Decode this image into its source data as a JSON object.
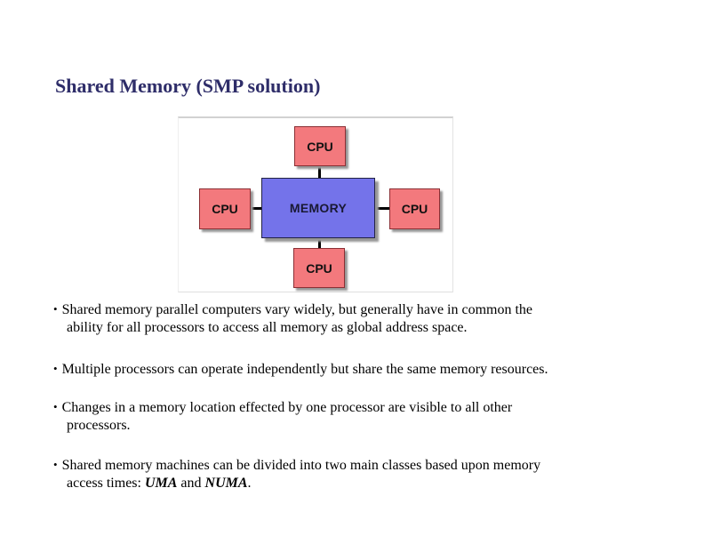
{
  "slide": {
    "title": "Shared Memory (SMP solution)"
  },
  "diagram": {
    "memory_label": "MEMORY",
    "cpu_label": "CPU",
    "structure": "four CPU boxes connected by lines to a central MEMORY box (top, left, right, bottom)"
  },
  "colors": {
    "title_text": "#2e2d69",
    "cpu_fill": "#f3797d",
    "memory_fill": "#7473ea",
    "box_shadow": "#979797",
    "connector": "#000000",
    "body_text": "#000000",
    "background": "#ffffff"
  },
  "bullets": {
    "marker": "•",
    "items": [
      {
        "line1": "Shared memory parallel computers vary widely, but generally have in common the",
        "line2": "ability for all processors to access all memory as global address space."
      },
      {
        "line1": "Multiple processors can operate independently but share the same memory resources."
      },
      {
        "line1": "Changes in a memory location effected by one processor are visible to all other",
        "line2": "processors."
      },
      {
        "line1": "Shared memory machines can be divided into two main classes based upon memory",
        "line2_pre": "access times: ",
        "uma": "UMA",
        "and1": " and ",
        "numa": "NUMA",
        "end": "."
      }
    ]
  }
}
